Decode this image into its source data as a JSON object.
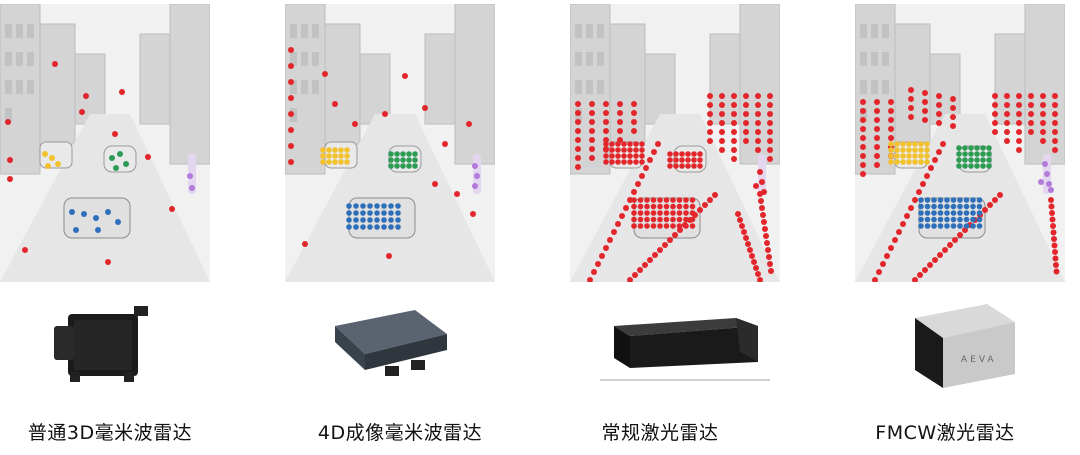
{
  "panels": [
    {
      "caption": "普通3D毫米波雷达",
      "device_icon": "3d-mmwave-radar-module-icon"
    },
    {
      "caption": "4D成像毫米波雷达",
      "device_icon": "4d-imaging-radar-module-icon"
    },
    {
      "caption": "常规激光雷达",
      "device_icon": "conventional-lidar-unit-icon"
    },
    {
      "caption": "FMCW激光雷达",
      "device_icon": "fmcw-lidar-unit-icon",
      "device_brand": "AEVA"
    }
  ],
  "colors": {
    "point_red": "#e3262b",
    "point_yellow": "#f2c12e",
    "point_green": "#2e9b54",
    "point_blue": "#2d6fb8",
    "point_purple": "#b27ad9",
    "scene_gray": "#dedede"
  }
}
